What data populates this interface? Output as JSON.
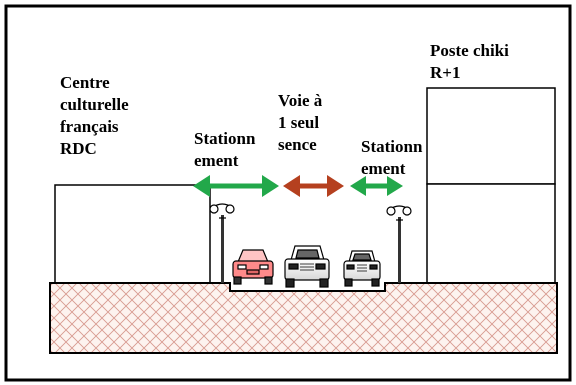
{
  "labels": {
    "left_building": "Centre\nculturelle\nfrançais\nRDC",
    "right_building": "Poste chiki\nR+1",
    "parking_left": "Stationn\nement",
    "one_way_lane": "Voie à\n1 seul\nsence",
    "parking_right": "Stationn\nement"
  },
  "colors": {
    "parking_arrow": "#22a84a",
    "lane_arrow": "#b5401f",
    "ground_hatch": "#d89a90",
    "ground_fill": "#fdf3ef",
    "car_left": "#ff8a8a",
    "outline": "#000000"
  },
  "icons": [
    "street-lamp-icon",
    "car-icon"
  ]
}
